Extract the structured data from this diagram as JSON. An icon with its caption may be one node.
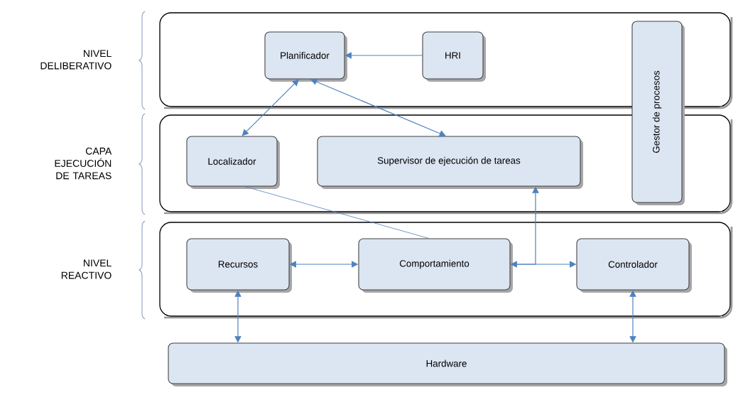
{
  "diagram": {
    "nodes": [
      {
        "text": [],
        "shape": "box",
        "beside": [
          "NIVEL DELIBERATIVO"
        ]
      },
      {
        "text": [
          "Planificador"
        ],
        "in": 0
      },
      {
        "text": [
          "HRI"
        ],
        "in": 0
      },
      {
        "text": [
          "Gestor de procesos"
        ]
      },
      {
        "text": [],
        "shape": "box",
        "beside": [
          "CAPA EJECUCIÓN DE TAREAS"
        ]
      },
      {
        "text": [
          "Localizador"
        ],
        "in": 4
      },
      {
        "text": [
          "Supervisor de ejecución de tareas"
        ],
        "in": 4
      },
      {
        "text": [],
        "shape": "box",
        "beside": [
          "NIVEL REACTIVO"
        ]
      },
      {
        "text": [
          "Recursos"
        ],
        "in": 7
      },
      {
        "text": [
          "Comportamiento"
        ],
        "in": 7
      },
      {
        "text": [
          "Controlador"
        ],
        "in": 7
      },
      {
        "text": [
          "Hardware"
        ]
      }
    ],
    "edges": [
      {
        "from": 2,
        "to": 1,
        "arrow": "to"
      },
      {
        "from": 1,
        "to": 5,
        "arrow": "both"
      },
      {
        "from": 1,
        "to": 6,
        "arrow": "both"
      },
      {
        "from": 5,
        "to": 9,
        "arrow": "none"
      },
      {
        "from": 8,
        "to": 9,
        "arrow": "both"
      },
      {
        "from": 9,
        "to": 10,
        "arrow": "both"
      },
      {
        "from": 9,
        "to": 6,
        "arrow": "to"
      },
      {
        "from": 8,
        "to": 11,
        "arrow": "both"
      },
      {
        "from": 10,
        "to": 11,
        "arrow": "both"
      }
    ]
  }
}
